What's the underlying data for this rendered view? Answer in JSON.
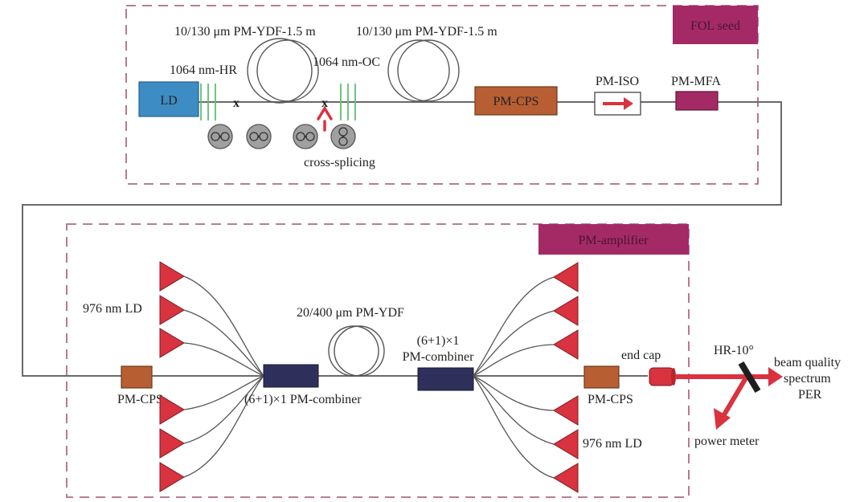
{
  "colors": {
    "ld_blue": "#3d8cc4",
    "cps_brown": "#b85e33",
    "combiner_navy": "#2e2f5a",
    "magenta": "#a42a66",
    "pump_red": "#d8333f",
    "beam_red": "#d8333f",
    "grating_green": "#5fbf72",
    "section_dash": "#b06a8a"
  },
  "seed": {
    "section_label": "FOL seed",
    "ld_label": "LD",
    "hr_label": "1064 nm-HR",
    "oc_label": "1064 nm-OC",
    "fiber1_label": "10/130 μm PM-YDF-1.5 m",
    "fiber2_label": "10/130 μm PM-YDF-1.5 m",
    "splice_mark": "x",
    "cross_splicing_label": "cross-splicing",
    "cps_label": "PM-CPS",
    "iso_label": "PM-ISO",
    "mfa_label": "PM-MFA"
  },
  "amplifier": {
    "section_label": "PM-amplifier",
    "pump_left_label": "976 nm LD",
    "pump_right_label": "976 nm LD",
    "cps_left_label": "PM-CPS",
    "combiner1_label": "(6+1)×1 PM-combiner",
    "fiber_label": "20/400 μm PM-YDF",
    "combiner2_label_line1": "(6+1)×1",
    "combiner2_label_line2": "PM-combiner",
    "cps_right_label": "PM-CPS",
    "endcap_label": "end cap"
  },
  "output": {
    "mirror_label": "HR-10°",
    "beam_quality_label": "beam quality",
    "spectrum_label": "spectrum",
    "per_label": "PER",
    "power_meter_label": "power meter"
  }
}
